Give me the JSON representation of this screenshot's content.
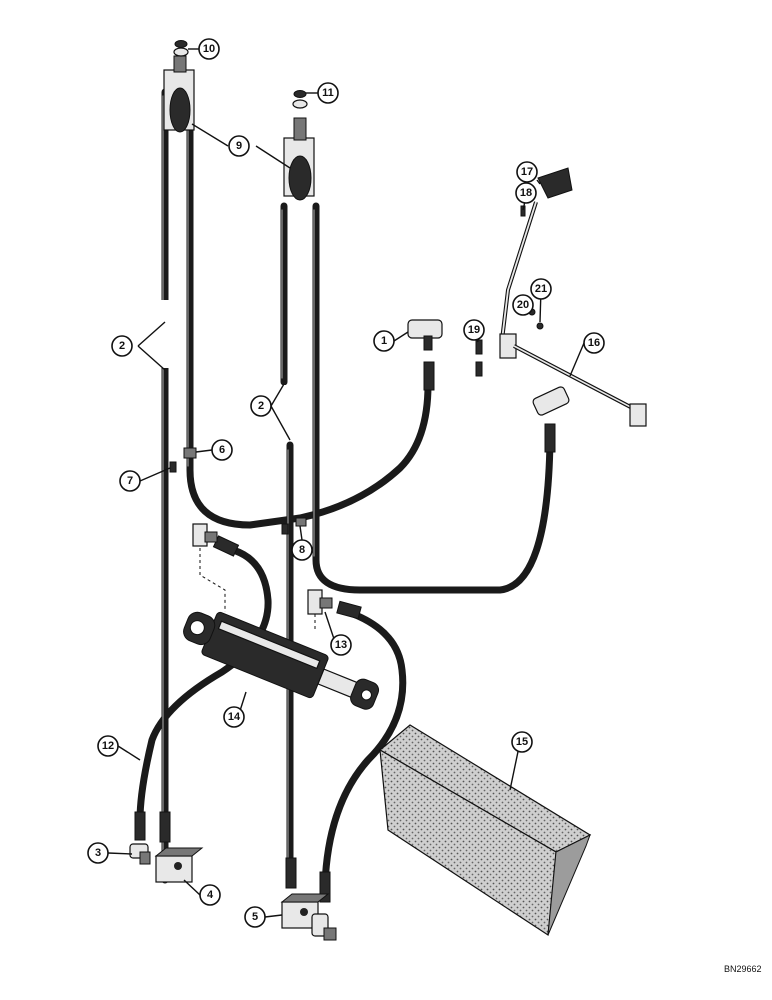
{
  "diagram": {
    "drawing_number": "BN29662",
    "part_callouts": [
      "1",
      "2",
      "2",
      "3",
      "4",
      "5",
      "6",
      "7",
      "8",
      "9",
      "10",
      "11",
      "12",
      "13",
      "14",
      "15",
      "16",
      "17",
      "18",
      "19",
      "20",
      "21"
    ]
  }
}
